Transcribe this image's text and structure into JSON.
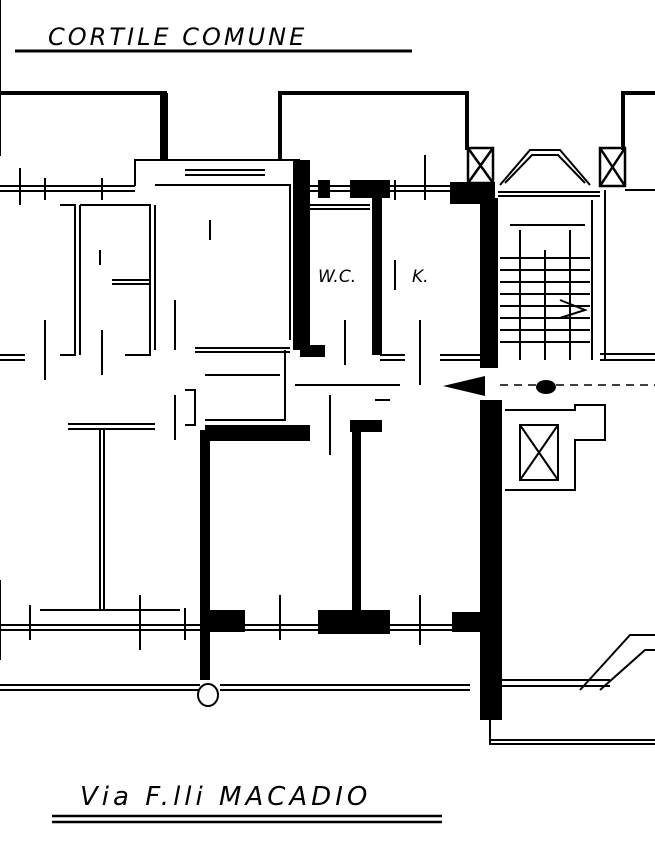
{
  "header": {
    "courtyard_label": "CORTILE COMUNE"
  },
  "rooms": {
    "wc_label": "W.C.",
    "kitchen_label": "K."
  },
  "footer": {
    "street_label": "Via F.lli MACADIO"
  },
  "colors": {
    "ink": "#000000",
    "paper": "#ffffff"
  },
  "icons": {
    "entrance": "arrow-left-icon",
    "stair": "staircase-icon",
    "lift": "elevator-icon"
  }
}
